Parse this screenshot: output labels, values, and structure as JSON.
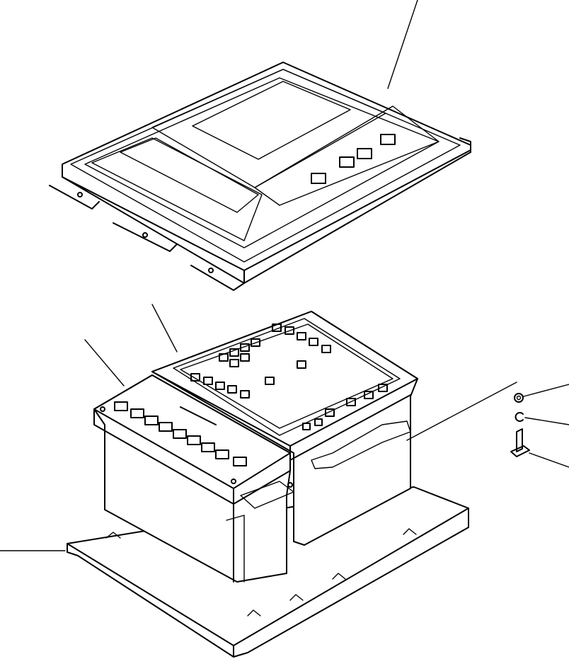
{
  "diagram": {
    "line_color": "#000000",
    "background": "#ffffff",
    "parts": [
      {
        "name": "monitor-cover"
      },
      {
        "name": "controller-left"
      },
      {
        "name": "controller-right"
      },
      {
        "name": "washer"
      },
      {
        "name": "lock-washer"
      },
      {
        "name": "bolt"
      },
      {
        "name": "base-plate"
      }
    ]
  }
}
